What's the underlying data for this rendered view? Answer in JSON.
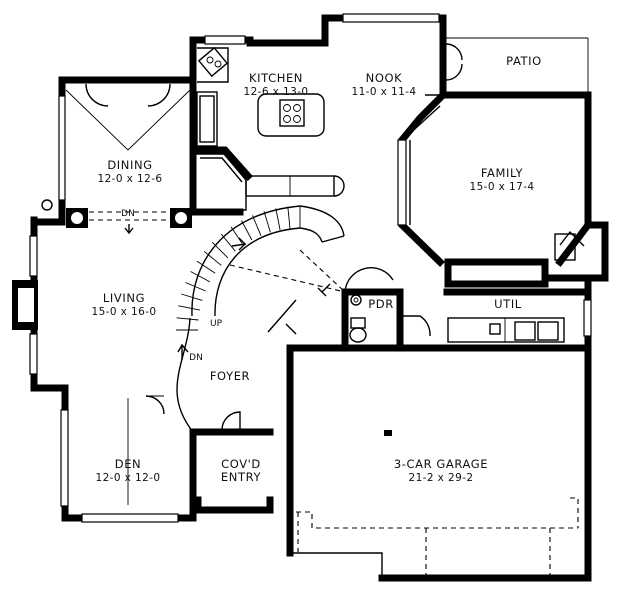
{
  "rooms": {
    "kitchen": {
      "name": "KITCHEN",
      "size": "12-6 x 13-0"
    },
    "nook": {
      "name": "NOOK",
      "size": "11-0 x 11-4"
    },
    "patio": {
      "name": "PATIO"
    },
    "dining": {
      "name": "DINING",
      "size": "12-0 x 12-6"
    },
    "family": {
      "name": "FAMILY",
      "size": "15-0 x 17-4"
    },
    "living": {
      "name": "LIVING",
      "size": "15-0 x 16-0"
    },
    "pdr": {
      "name": "PDR"
    },
    "util": {
      "name": "UTIL"
    },
    "foyer": {
      "name": "FOYER"
    },
    "den": {
      "name": "DEN",
      "size": "12-0 x 12-0"
    },
    "entry": {
      "line1": "COV'D",
      "line2": "ENTRY"
    },
    "garage": {
      "name": "3-CAR GARAGE",
      "size": "21-2 x 29-2"
    }
  },
  "stair_labels": {
    "dining_dn": "DN",
    "stair_up": "UP",
    "foyer_dn": "DN"
  }
}
